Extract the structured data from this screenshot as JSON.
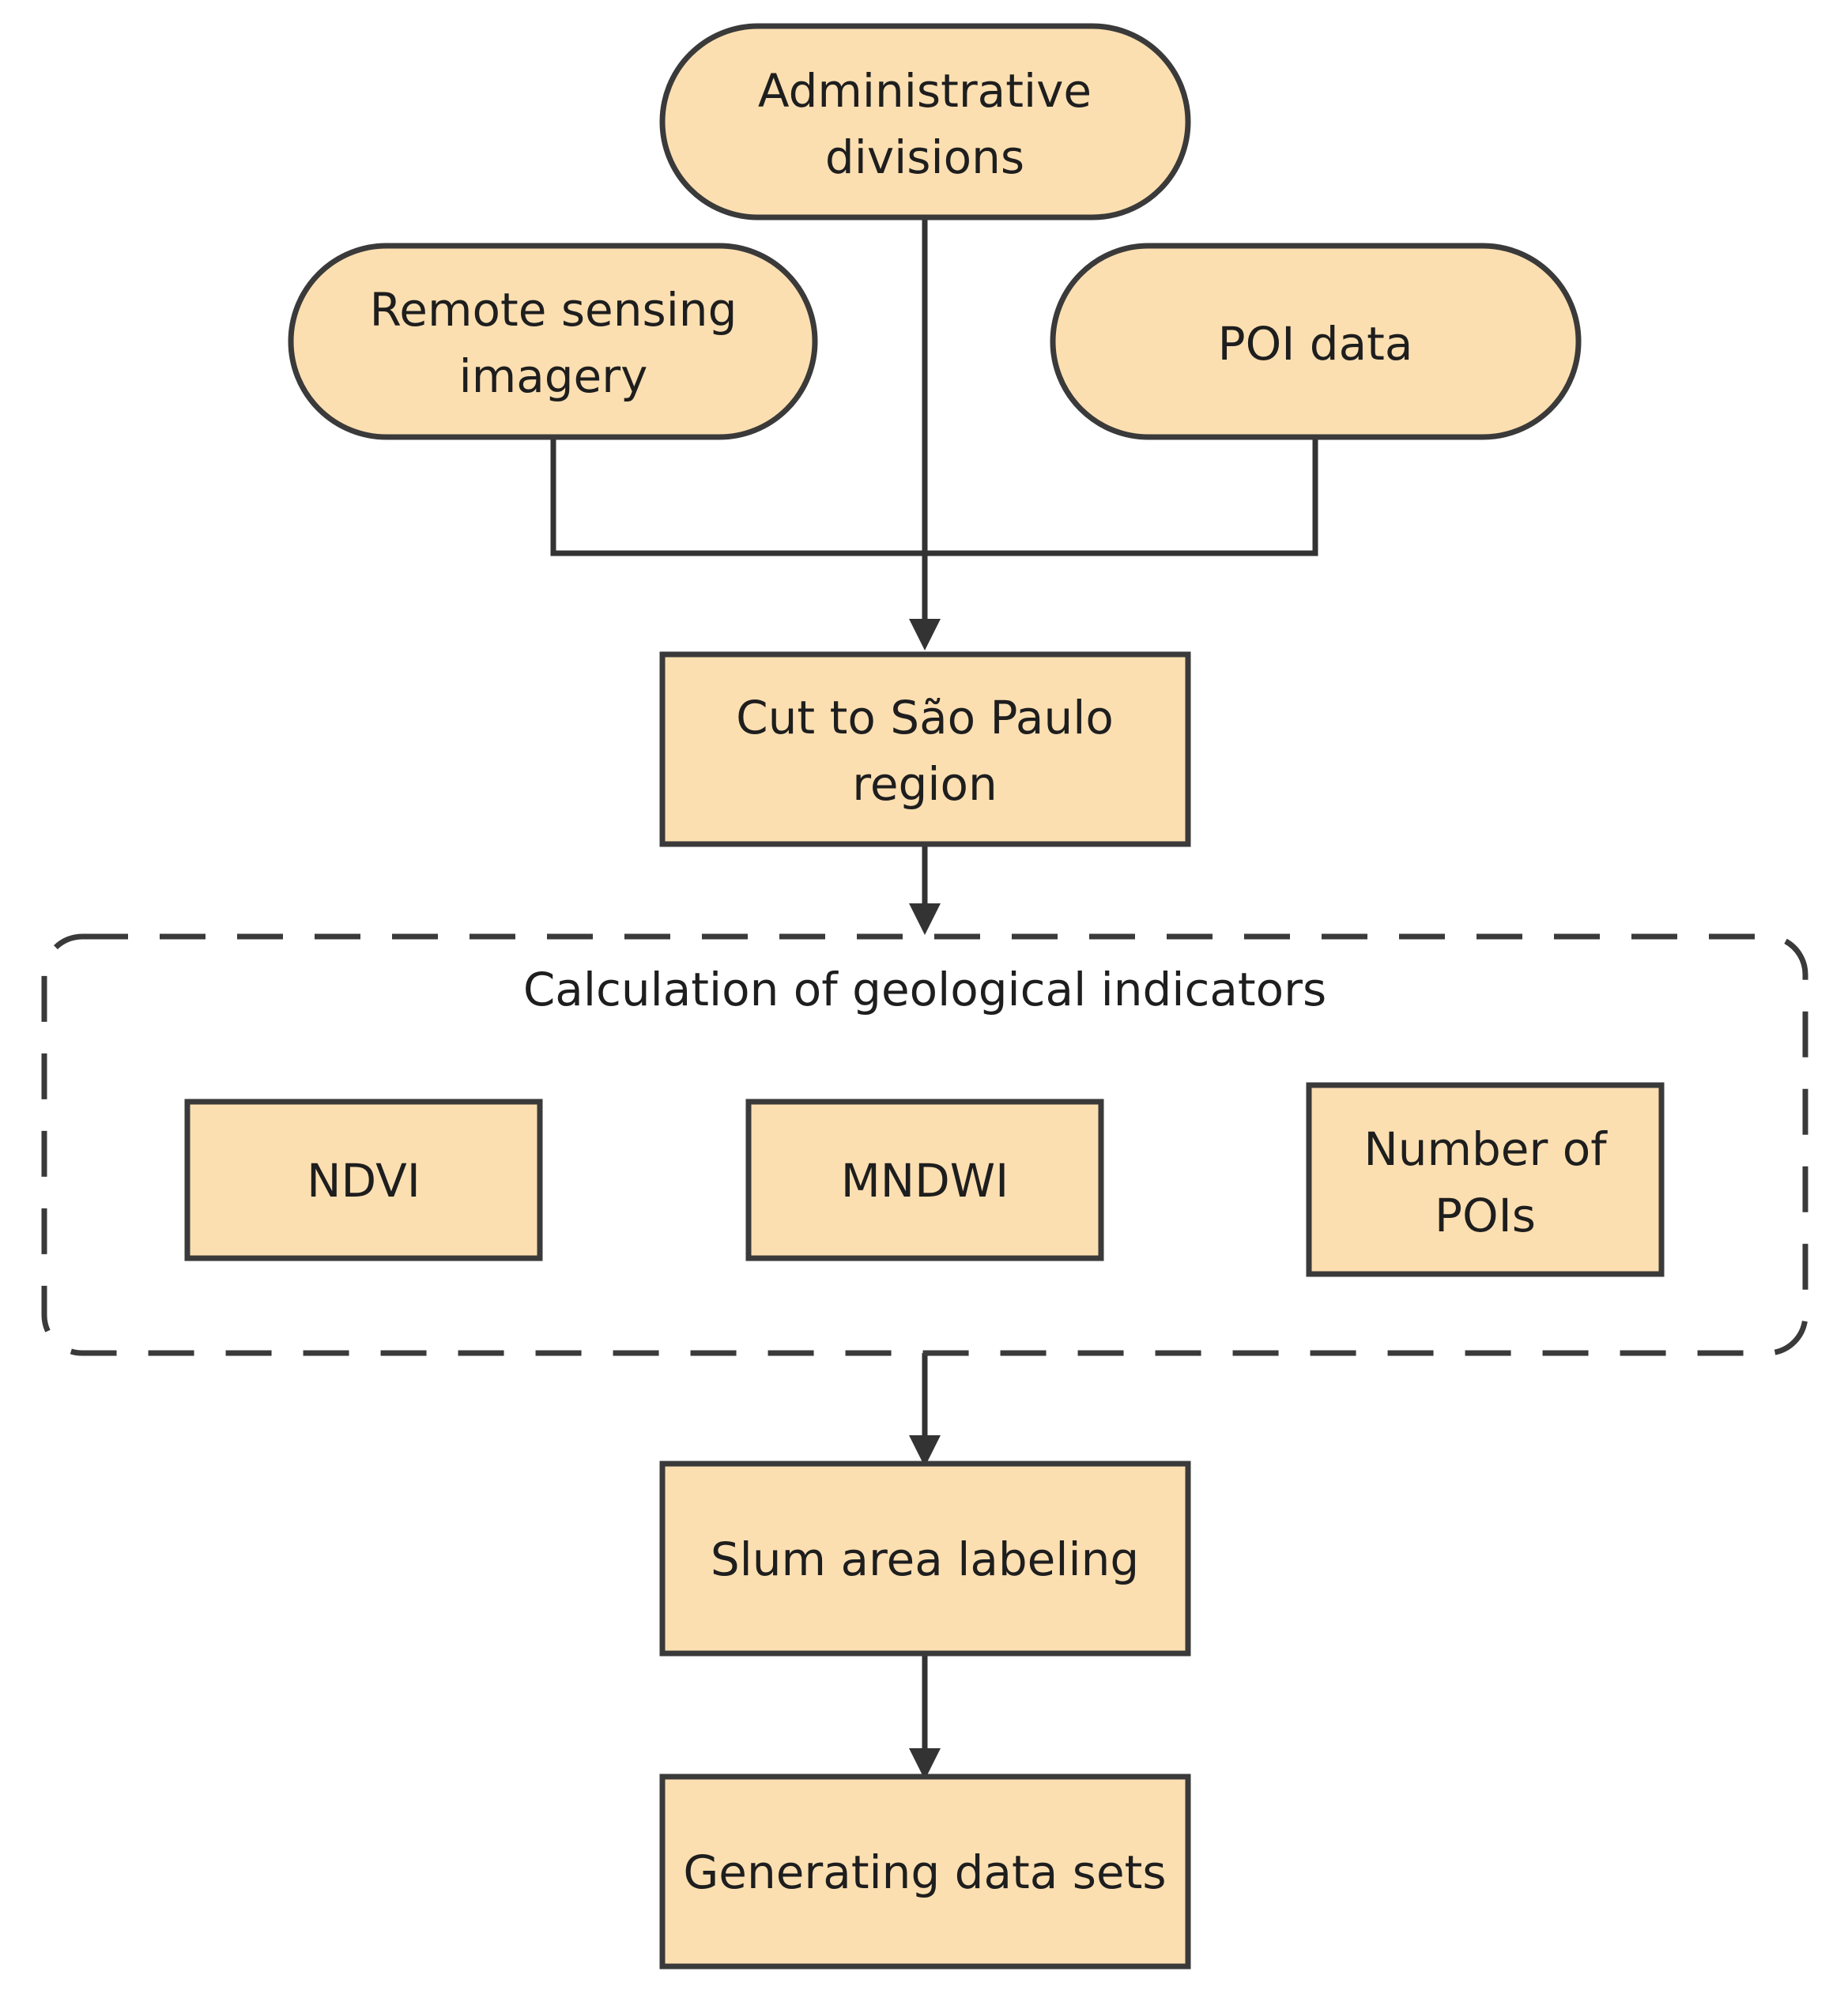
{
  "colors": {
    "node_fill": "#FCDFB1",
    "node_stroke": "#3a3a3a",
    "connector": "#333333",
    "text": "#1e1e1e",
    "background": "#ffffff"
  },
  "nodes": {
    "administrative_divisions": {
      "line1": "Administrative",
      "line2": "divisions"
    },
    "remote_sensing_imagery": {
      "line1": "Remote sensing",
      "line2": "imagery"
    },
    "poi_data": {
      "label": "POI data"
    },
    "cut_region": {
      "line1": "Cut to São Paulo",
      "line2": "region"
    },
    "ndvi": {
      "label": "NDVI"
    },
    "mndwi": {
      "label": "MNDWI"
    },
    "number_of_pois": {
      "line1": "Number of",
      "line2": "POIs"
    },
    "slum_labeling": {
      "label": "Slum area labeling"
    },
    "generating_datasets": {
      "label": "Generating data sets"
    }
  },
  "group": {
    "title": "Calculation of geological indicators"
  }
}
